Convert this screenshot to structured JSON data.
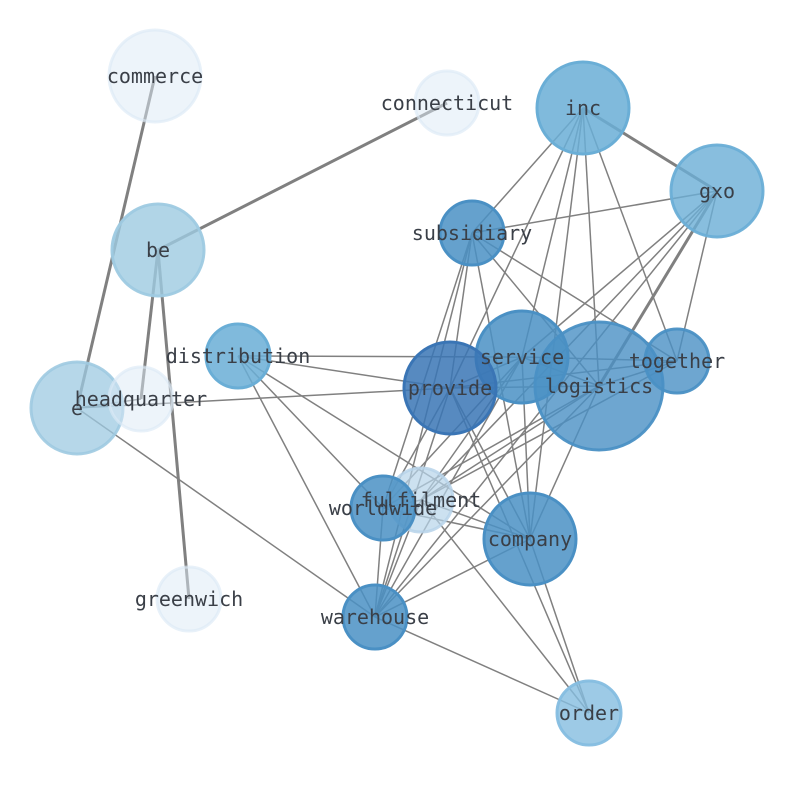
{
  "nodes": [
    {
      "id": "commerce",
      "label": "commerce",
      "fill": "#dbe9f6",
      "alpha": 0.5
    },
    {
      "id": "connecticut",
      "label": "connecticut",
      "fill": "#dbe9f6",
      "alpha": 0.5
    },
    {
      "id": "inc",
      "label": "inc",
      "fill": "#6aaed6",
      "alpha": 0.85
    },
    {
      "id": "gxo",
      "label": "gxo",
      "fill": "#6aaed6",
      "alpha": 0.8
    },
    {
      "id": "be",
      "label": "be",
      "fill": "#9ecae1",
      "alpha": 0.8
    },
    {
      "id": "subsidiary",
      "label": "subsidiary",
      "fill": "#4a90c4",
      "alpha": 0.85
    },
    {
      "id": "distribution",
      "label": "distribution",
      "fill": "#6aaed6",
      "alpha": 0.85
    },
    {
      "id": "service",
      "label": "service",
      "fill": "#4a90c4",
      "alpha": 0.85
    },
    {
      "id": "together",
      "label": "together",
      "fill": "#4a90c4",
      "alpha": 0.8
    },
    {
      "id": "e",
      "label": "e",
      "fill": "#9ecae1",
      "alpha": 0.75
    },
    {
      "id": "headquarter",
      "label": "headquarter",
      "fill": "#dbe9f6",
      "alpha": 0.5
    },
    {
      "id": "provide",
      "label": "provide",
      "fill": "#3a75b5",
      "alpha": 0.85
    },
    {
      "id": "logistics",
      "label": "logistics",
      "fill": "#4a90c4",
      "alpha": 0.8
    },
    {
      "id": "fulfilment",
      "label": "fulfilment",
      "fill": "#b7d4ea",
      "alpha": 0.7
    },
    {
      "id": "worldwide",
      "label": "worldwide",
      "fill": "#4a90c4",
      "alpha": 0.85
    },
    {
      "id": "company",
      "label": "company",
      "fill": "#4a90c4",
      "alpha": 0.85
    },
    {
      "id": "greenwich",
      "label": "greenwich",
      "fill": "#dbe9f6",
      "alpha": 0.5
    },
    {
      "id": "warehouse",
      "label": "warehouse",
      "fill": "#4a90c4",
      "alpha": 0.85
    },
    {
      "id": "order",
      "label": "order",
      "fill": "#85bde0",
      "alpha": 0.8
    }
  ],
  "edges": [
    [
      "commerce",
      "e",
      3
    ],
    [
      "connecticut",
      "be",
      3
    ],
    [
      "be",
      "headquarter",
      3
    ],
    [
      "be",
      "greenwich",
      3
    ],
    [
      "inc",
      "gxo",
      3
    ],
    [
      "gxo",
      "logistics",
      3
    ],
    [
      "inc",
      "subsidiary",
      1.5
    ],
    [
      "inc",
      "service",
      1.5
    ],
    [
      "inc",
      "provide",
      1.5
    ],
    [
      "inc",
      "logistics",
      1.5
    ],
    [
      "inc",
      "together",
      1.5
    ],
    [
      "inc",
      "company",
      1.5
    ],
    [
      "gxo",
      "subsidiary",
      1.5
    ],
    [
      "gxo",
      "service",
      1.5
    ],
    [
      "gxo",
      "together",
      1.5
    ],
    [
      "gxo",
      "fulfilment",
      1.5
    ],
    [
      "gxo",
      "warehouse",
      1.5
    ],
    [
      "subsidiary",
      "together",
      1.5
    ],
    [
      "subsidiary",
      "logistics",
      1.5
    ],
    [
      "subsidiary",
      "provide",
      1.5
    ],
    [
      "subsidiary",
      "company",
      1.5
    ],
    [
      "subsidiary",
      "worldwide",
      1.5
    ],
    [
      "subsidiary",
      "warehouse",
      1.5
    ],
    [
      "distribution",
      "provide",
      1.5
    ],
    [
      "distribution",
      "service",
      1.5
    ],
    [
      "distribution",
      "worldwide",
      1.5
    ],
    [
      "distribution",
      "company",
      1.5
    ],
    [
      "distribution",
      "warehouse",
      1.5
    ],
    [
      "service",
      "logistics",
      1.5
    ],
    [
      "service",
      "together",
      1.5
    ],
    [
      "service",
      "company",
      1.5
    ],
    [
      "service",
      "provide",
      1.5
    ],
    [
      "service",
      "fulfilment",
      1.5
    ],
    [
      "service",
      "worldwide",
      1.5
    ],
    [
      "service",
      "warehouse",
      1.5
    ],
    [
      "e",
      "provide",
      1.5
    ],
    [
      "e",
      "warehouse",
      1.5
    ],
    [
      "e",
      "headquarter",
      1.5
    ],
    [
      "provide",
      "logistics",
      1.5
    ],
    [
      "provide",
      "together",
      1.5
    ],
    [
      "provide",
      "company",
      1.5
    ],
    [
      "provide",
      "worldwide",
      1.5
    ],
    [
      "provide",
      "warehouse",
      1.5
    ],
    [
      "provide",
      "order",
      1.5
    ],
    [
      "logistics",
      "together",
      1.5
    ],
    [
      "logistics",
      "company",
      1.5
    ],
    [
      "logistics",
      "fulfilment",
      1.5
    ],
    [
      "logistics",
      "worldwide",
      1.5
    ],
    [
      "logistics",
      "warehouse",
      1.5
    ],
    [
      "together",
      "fulfilment",
      1.5
    ],
    [
      "fulfilment",
      "worldwide",
      1.5
    ],
    [
      "fulfilment",
      "company",
      1.5
    ],
    [
      "fulfilment",
      "order",
      1.5
    ],
    [
      "fulfilment",
      "warehouse",
      1.5
    ],
    [
      "worldwide",
      "company",
      1.5
    ],
    [
      "worldwide",
      "warehouse",
      1.5
    ],
    [
      "company",
      "warehouse",
      1.5
    ],
    [
      "company",
      "order",
      1.5
    ],
    [
      "warehouse",
      "order",
      1.5
    ]
  ]
}
